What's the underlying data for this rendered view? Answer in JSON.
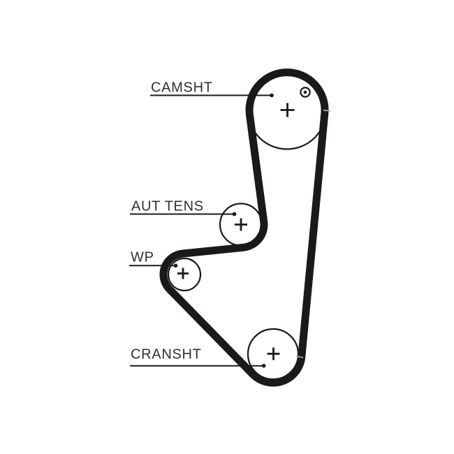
{
  "page": {
    "background_color": "#ffffff",
    "ink_color": "#1c191a",
    "text_color": "#303030",
    "timing_tick_color": "#b9b9b9"
  },
  "diagram": {
    "type": "timing-belt-routing",
    "belt_shape": "closed loop around camshaft top, down right side to crankshaft bottom, up-left to water pump (wraps its left side), S-bend to automatic tensioner (wraps its lower-right side), up to camshaft",
    "pulleys": [
      {
        "id": "camshaft",
        "label": "CAMSHT",
        "center_mark": "+",
        "timing_mark": "circled-dot"
      },
      {
        "id": "tensioner",
        "label": "AUT TENS",
        "center_mark": "+",
        "timing_mark": ""
      },
      {
        "id": "water-pump",
        "label": "WP",
        "center_mark": "+",
        "timing_mark": ""
      },
      {
        "id": "crankshaft",
        "label": "CRANSHT",
        "center_mark": "+",
        "timing_mark": ""
      }
    ]
  }
}
